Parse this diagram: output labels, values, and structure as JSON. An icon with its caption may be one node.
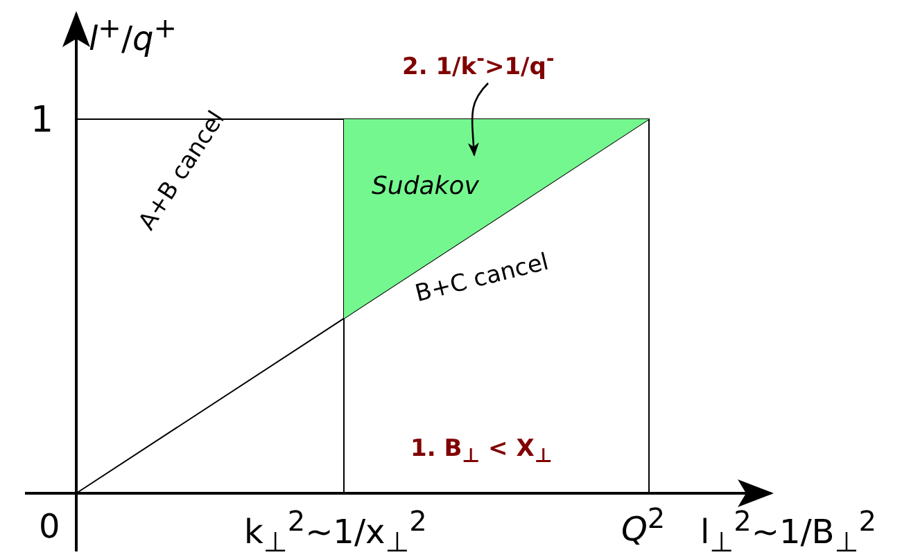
{
  "diagram": {
    "nodes": [
      {
        "text": [
          "Sudakov"
        ]
      },
      {
        "text": [
          "2. 1/k$^{-}$>1/q$^{-}$"
        ]
      }
    ],
    "edges": [
      {
        "from": 1,
        "to": 0,
        "arrow": "to"
      }
    ],
    "labels": [
      "*l*$^{+}$/*q*$^{+}$",
      "1",
      "A+B cancel",
      "B+C cancel",
      "1. B$_{⊥}$ < X$_{⊥}$",
      "0",
      "k$_{⊥}$$^{2}$~1/x$_{⊥}$$^{2}$",
      "*Q*$^{2}$",
      "l$_{⊥}$$^{2}$~1/B$_{⊥}$$^{2}$"
    ]
  }
}
